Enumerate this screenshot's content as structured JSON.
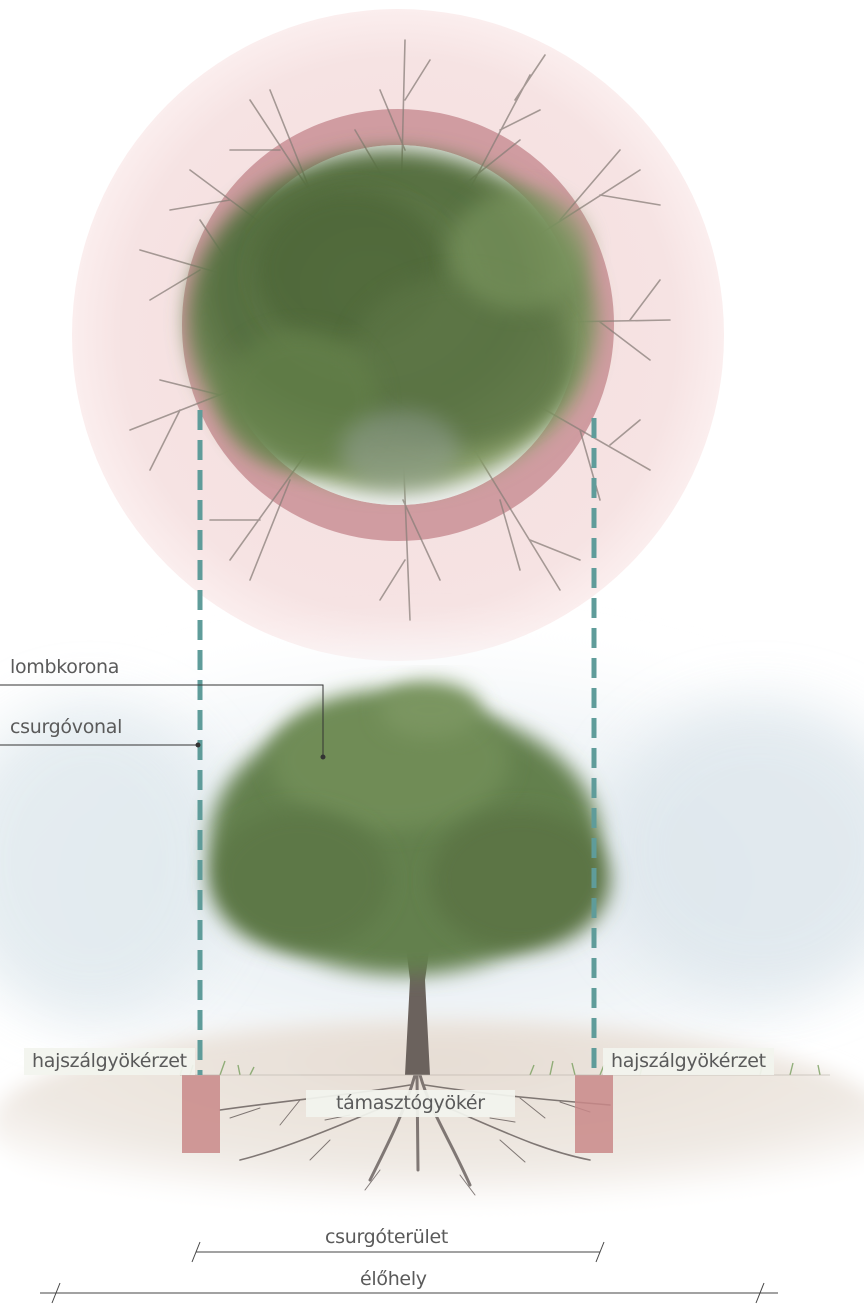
{
  "labels": {
    "canopy": "lombkorona",
    "drip_line": "csurgóvonal",
    "fine_roots_left": "hajszálgyökérzet",
    "fine_roots_right": "hajszálgyökérzet",
    "support_root": "támasztógyökér",
    "drip_area": "csurgóterület",
    "habitat": "élőhely"
  },
  "colors": {
    "drip_line": "#5f9c9a",
    "inner_ring": "#c98f95",
    "outer_halo": "#f5e2e2",
    "root_zone": "#c98888",
    "foliage": "#5f7a48",
    "soil": "#ece7e1",
    "sky": "#e3ecf0",
    "dimension_line": "#444444"
  }
}
